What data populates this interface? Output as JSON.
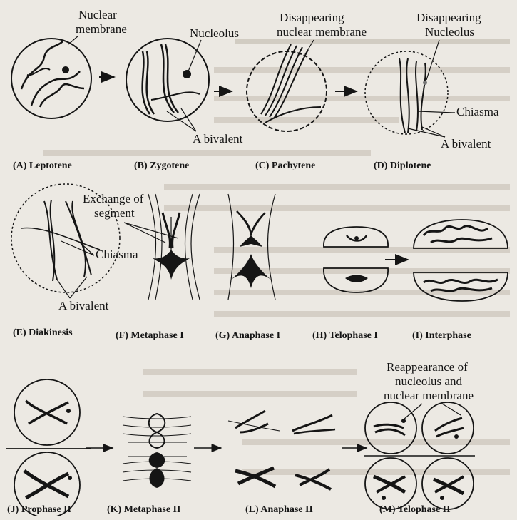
{
  "labels": {
    "nuclear_membrane": [
      "Nuclear",
      "membrane"
    ],
    "nucleolus": "Nucleolus",
    "disappearing_nuclear_membrane": [
      "Disappearing",
      "nuclear membrane"
    ],
    "disappearing_nucleolus": [
      "Disappearing",
      "Nucleolus"
    ],
    "chiasma_d": "Chiasma",
    "bivalent_b": "A bivalent",
    "bivalent_d": "A bivalent",
    "exchange_of_segment": [
      "Exchange of",
      "segment"
    ],
    "chiasma_e": "Chiasma",
    "bivalent_e": "A bivalent",
    "reappearance": [
      "Reappearance of",
      "nucleolus and",
      "nuclear membrane"
    ]
  },
  "captions": {
    "a": "(A) Leptotene",
    "b": "(B) Zygotene",
    "c": "(C) Pachytene",
    "d": "(D) Diplotene",
    "e": "(E) Diakinesis",
    "f": "(F) Metaphase I",
    "g": "(G) Anaphase I",
    "h": "(H) Telophase I",
    "i": "(I) Interphase",
    "j": "(J) Prophase II",
    "k": "(K) Metaphase II",
    "l": "(L) Anaphase II",
    "m": "(M) Telophase II"
  },
  "colors": {
    "ink": "#151515",
    "paper": "#ece9e3",
    "ghost_text": "#bdb7ad"
  }
}
